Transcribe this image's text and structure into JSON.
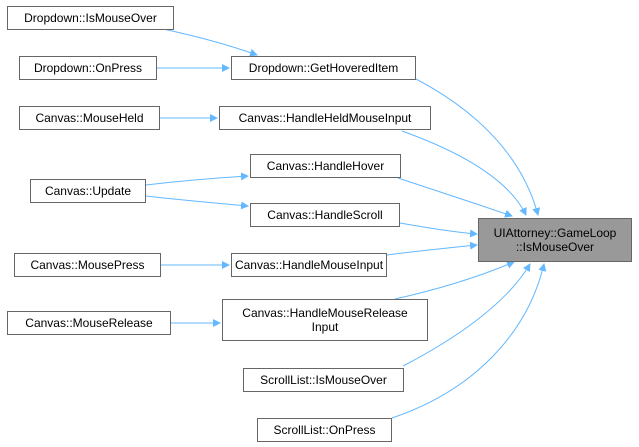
{
  "graph": {
    "edge_color": "#63b8ff",
    "node_border_color": "#666666",
    "selected_fill": "#999999",
    "nodes": {
      "dropdown_ismouseover": "Dropdown::IsMouseOver",
      "dropdown_onpress": "Dropdown::OnPress",
      "dropdown_gethovereditem": "Dropdown::GetHoveredItem",
      "canvas_mouseheld": "Canvas::MouseHeld",
      "canvas_handleheldmouseinput": "Canvas::HandleHeldMouseInput",
      "canvas_update": "Canvas::Update",
      "canvas_handlehover": "Canvas::HandleHover",
      "canvas_handlescroll": "Canvas::HandleScroll",
      "canvas_mousepress": "Canvas::MousePress",
      "canvas_handlemouseinput": "Canvas::HandleMouseInput",
      "canvas_mouserelease": "Canvas::MouseRelease",
      "canvas_handlemousereleaseinput_line1": "Canvas::HandleMouseRelease",
      "canvas_handlemousereleaseinput_line2": "Input",
      "scrolllist_ismouseover": "ScrollList::IsMouseOver",
      "scrolllist_onpress": "ScrollList::OnPress",
      "uiattorney_line1": "UIAttorney::GameLoop",
      "uiattorney_line2": "::IsMouseOver"
    }
  }
}
